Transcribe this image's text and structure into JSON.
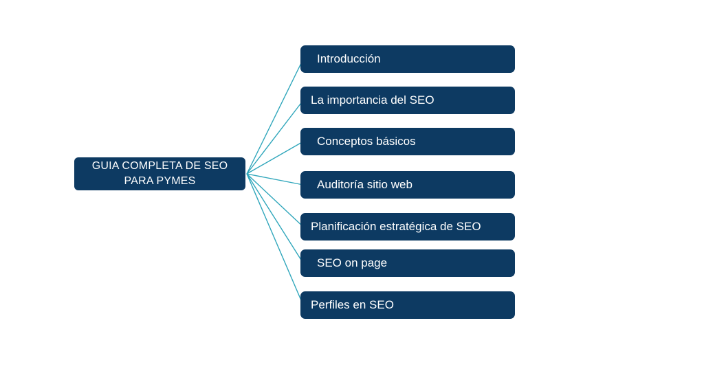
{
  "mindmap": {
    "root": {
      "label": "GUIA COMPLETA DE SEO PARA PYMES"
    },
    "children": [
      {
        "label": "Introducción"
      },
      {
        "label": "La importancia del SEO"
      },
      {
        "label": "Conceptos básicos"
      },
      {
        "label": "Auditoría sitio web"
      },
      {
        "label": "Planificación estratégica de SEO"
      },
      {
        "label": "SEO on page"
      },
      {
        "label": "Perfiles en SEO"
      }
    ],
    "colors": {
      "node_fill": "#0d3a62",
      "node_text": "#ffffff",
      "connector": "#2fa6bb",
      "background": "#ffffff"
    }
  }
}
